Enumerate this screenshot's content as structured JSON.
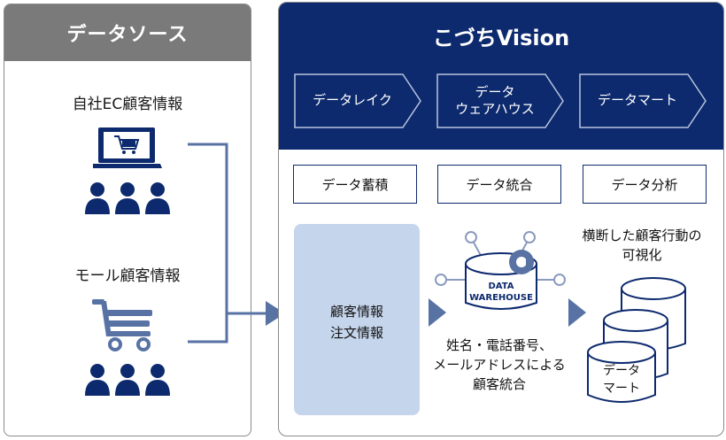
{
  "sources": {
    "header": "データソース",
    "items": [
      {
        "label": "自社EC顧客情報",
        "icon": "laptop-cart-icon"
      },
      {
        "label": "モール顧客情報",
        "icon": "shopping-cart-icon"
      }
    ]
  },
  "platform": {
    "title": "こづちVision",
    "stages": [
      {
        "label_line1": "データレイク",
        "label_line2": ""
      },
      {
        "label_line1": "データ",
        "label_line2": "ウェアハウス"
      },
      {
        "label_line1": "データマート",
        "label_line2": ""
      }
    ],
    "functions": [
      "データ蓄積",
      "データ統合",
      "データ分析"
    ],
    "lake": {
      "line1": "顧客情報",
      "line2": "注文情報"
    },
    "warehouse": {
      "icon_line1": "DATA",
      "icon_line2": "WAREHOUSE",
      "caption_line1": "姓名・電話番号、",
      "caption_line2": "メールアドレスによる",
      "caption_line3": "顧客統合"
    },
    "mart": {
      "caption_line1": "横断した顧客行動の",
      "caption_line2": "可視化",
      "cylinder_line1": "データ",
      "cylinder_line2": "マート"
    }
  },
  "colors": {
    "navy": "#0d2a6e",
    "gray_header": "#7a7a7a",
    "connector": "#5872a4",
    "lake_fill": "#c5d5ec"
  }
}
